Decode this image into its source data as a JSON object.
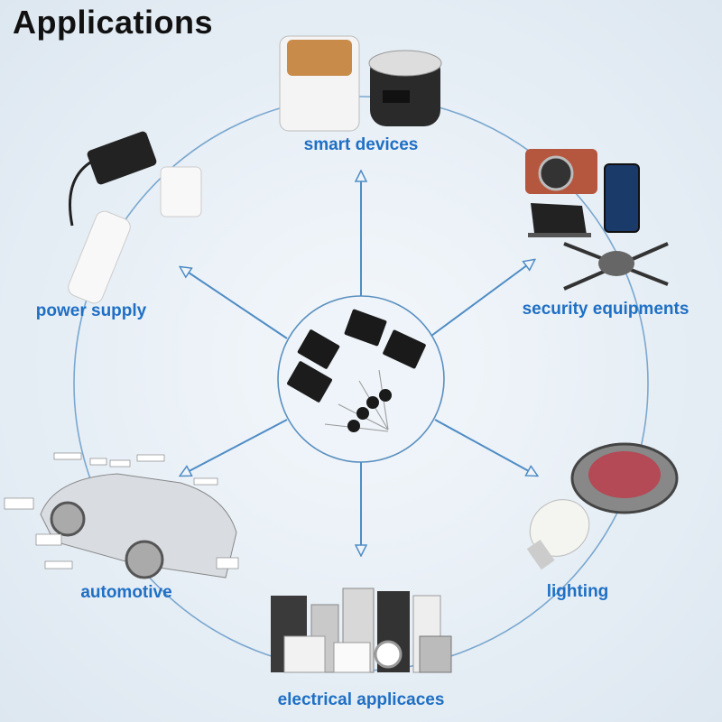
{
  "title": "Applications",
  "accent_color": "#1f6fc4",
  "line_color": "#4f8cc4",
  "categories": [
    {
      "label": "smart devices"
    },
    {
      "label": "power supply"
    },
    {
      "label": "security equipments"
    },
    {
      "label": "automotive"
    },
    {
      "label": "lighting"
    },
    {
      "label": "electrical applicaces"
    }
  ]
}
